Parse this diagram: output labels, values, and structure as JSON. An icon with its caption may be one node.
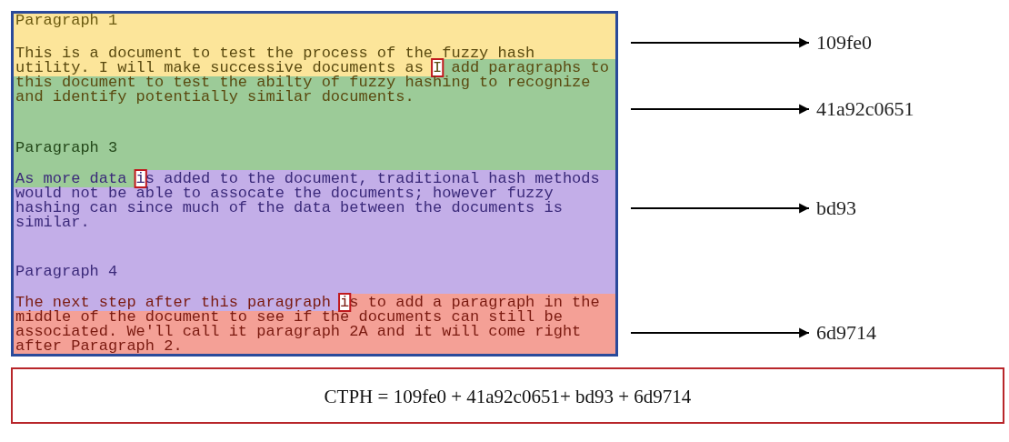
{
  "diagram": {
    "nodes": [
      {
        "text": [
          "Paragraph 1",
          "This is a document to test the process of the fuzzy hash utility. I will make successive documents as I add paragraphs to this document to test the abilty of fuzzy hashing to recognize and identify potentially similar documents.",
          "Paragraph 3",
          "As more data is added to the document, traditional hash methods would not be able to assocate the documents; however fuzzy hashing can since much of the data between the documents is similar.",
          "Paragraph 4",
          "The next step after this paragraph is to add a paragraph in the middle of the document to see if the documents can still be associated. We'll call it paragraph 2A and it will come right after Paragraph 2."
        ]
      },
      {
        "text": [
          "109fe0"
        ]
      },
      {
        "text": [
          "41a92c0651"
        ]
      },
      {
        "text": [
          "bd93"
        ]
      },
      {
        "text": [
          "6d9714"
        ]
      },
      {
        "text": [
          "CTPH = 109fe0 + 41a92c0651+ bd93 + 6d9714"
        ]
      }
    ],
    "edges": [
      {
        "from": null,
        "to": 1,
        "arrow": "to"
      },
      {
        "from": null,
        "to": 2,
        "arrow": "to"
      },
      {
        "from": null,
        "to": 3,
        "arrow": "to"
      },
      {
        "from": null,
        "to": 4,
        "arrow": "to"
      }
    ]
  }
}
